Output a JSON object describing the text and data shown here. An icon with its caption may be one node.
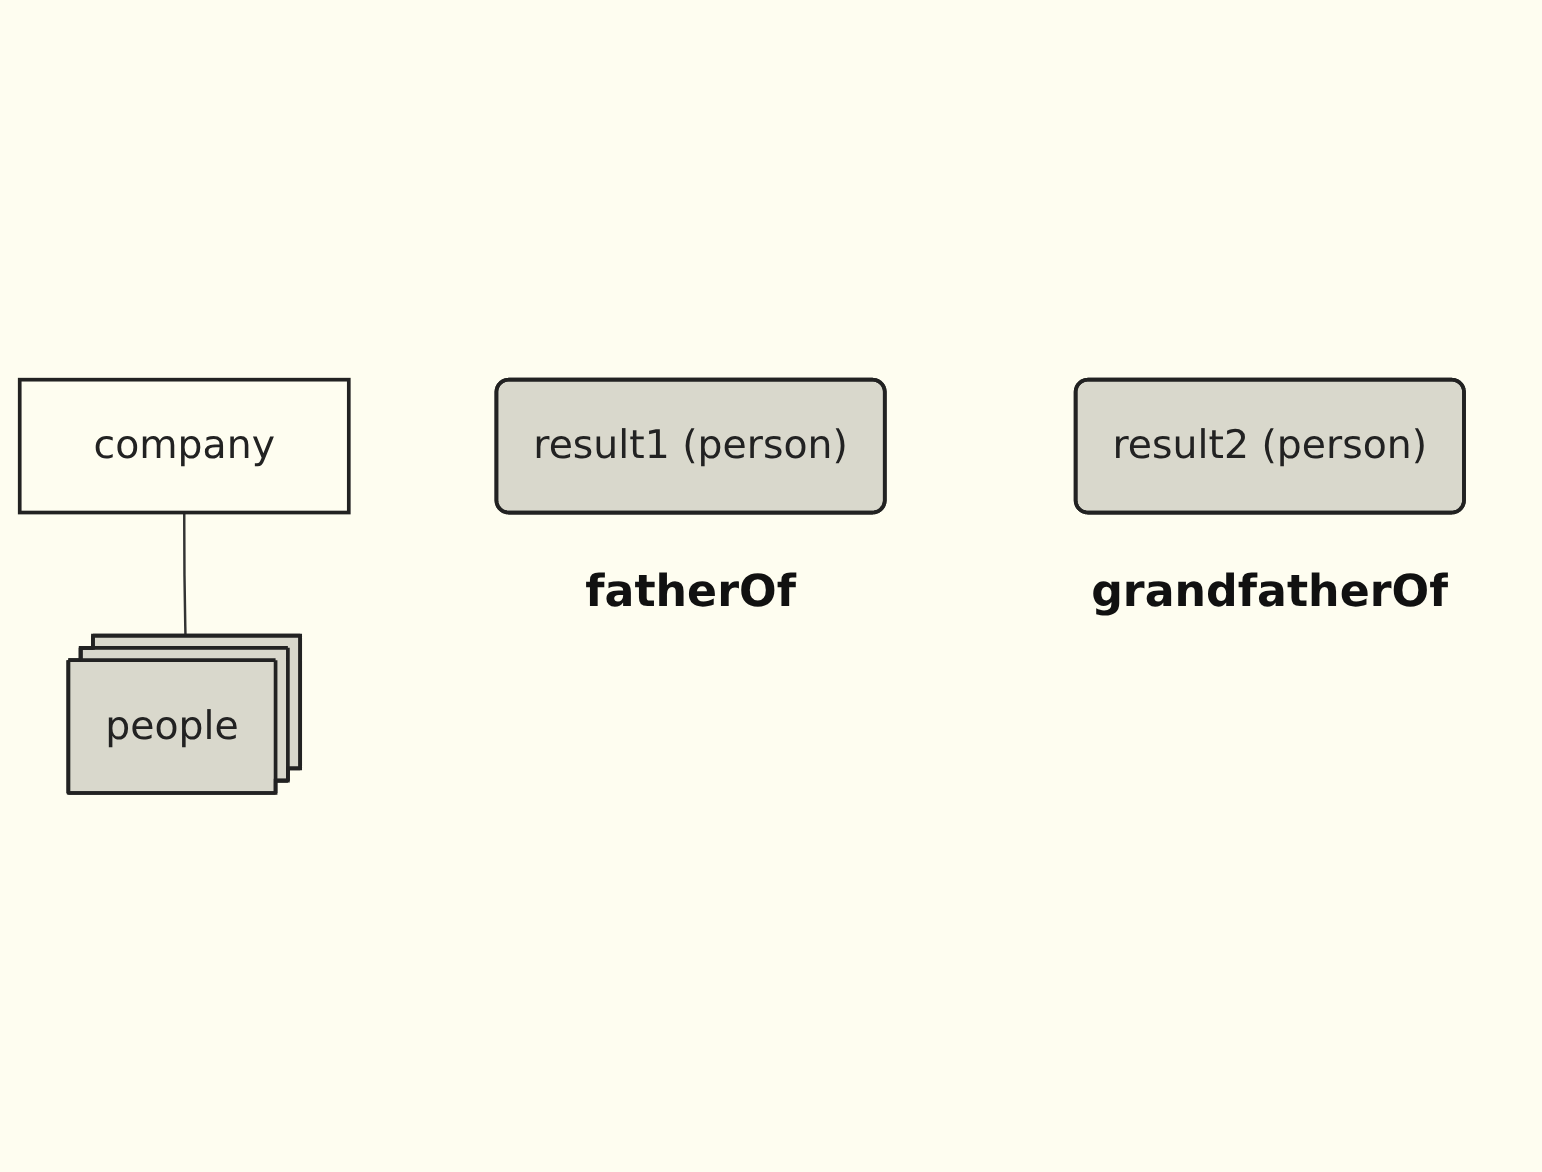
{
  "diagram": {
    "nodes": [
      {
        "text": [
          "company"
        ]
      },
      {
        "text": [
          "people"
        ]
      },
      {
        "text": [
          "result1 (person)"
        ],
        "beside": [
          "fatherOf"
        ]
      },
      {
        "text": [
          "result2 (person)"
        ],
        "beside": [
          "grandfatherOf"
        ]
      }
    ],
    "edges": [
      {
        "from": 0,
        "to": 1,
        "arrow": "none"
      }
    ]
  }
}
